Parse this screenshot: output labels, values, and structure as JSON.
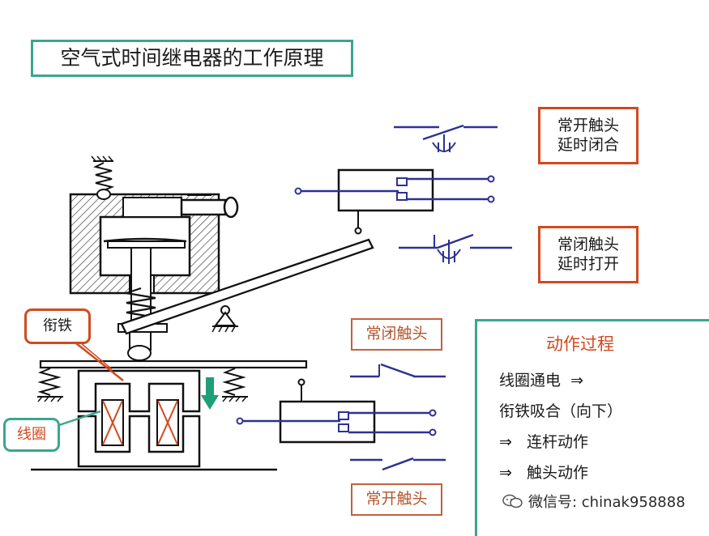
{
  "title": "空气式时间继电器的工作原理",
  "labels": {
    "no_delay_close_line1": "常开触头",
    "no_delay_close_line2": "延时闭合",
    "nc_delay_open_line1": "常闭触头",
    "nc_delay_open_line2": "延时打开",
    "nc_contact": "常闭触头",
    "no_contact": "常开触头",
    "armature": "衔铁",
    "coil": "线圈"
  },
  "process": {
    "title": "动作过程",
    "steps": [
      "线圈通电  ⇒",
      "衔铁吸合（向下）",
      "⇒   连杆动作",
      "⇒   触头动作"
    ]
  },
  "watermark": {
    "icon": "wechat-icon",
    "text": "微信号: chinak958888"
  },
  "colors": {
    "teal": "#3ba68f",
    "orange_red": "#d04a1f",
    "contact_blue": "#2e3192",
    "hatch": "#333333"
  }
}
